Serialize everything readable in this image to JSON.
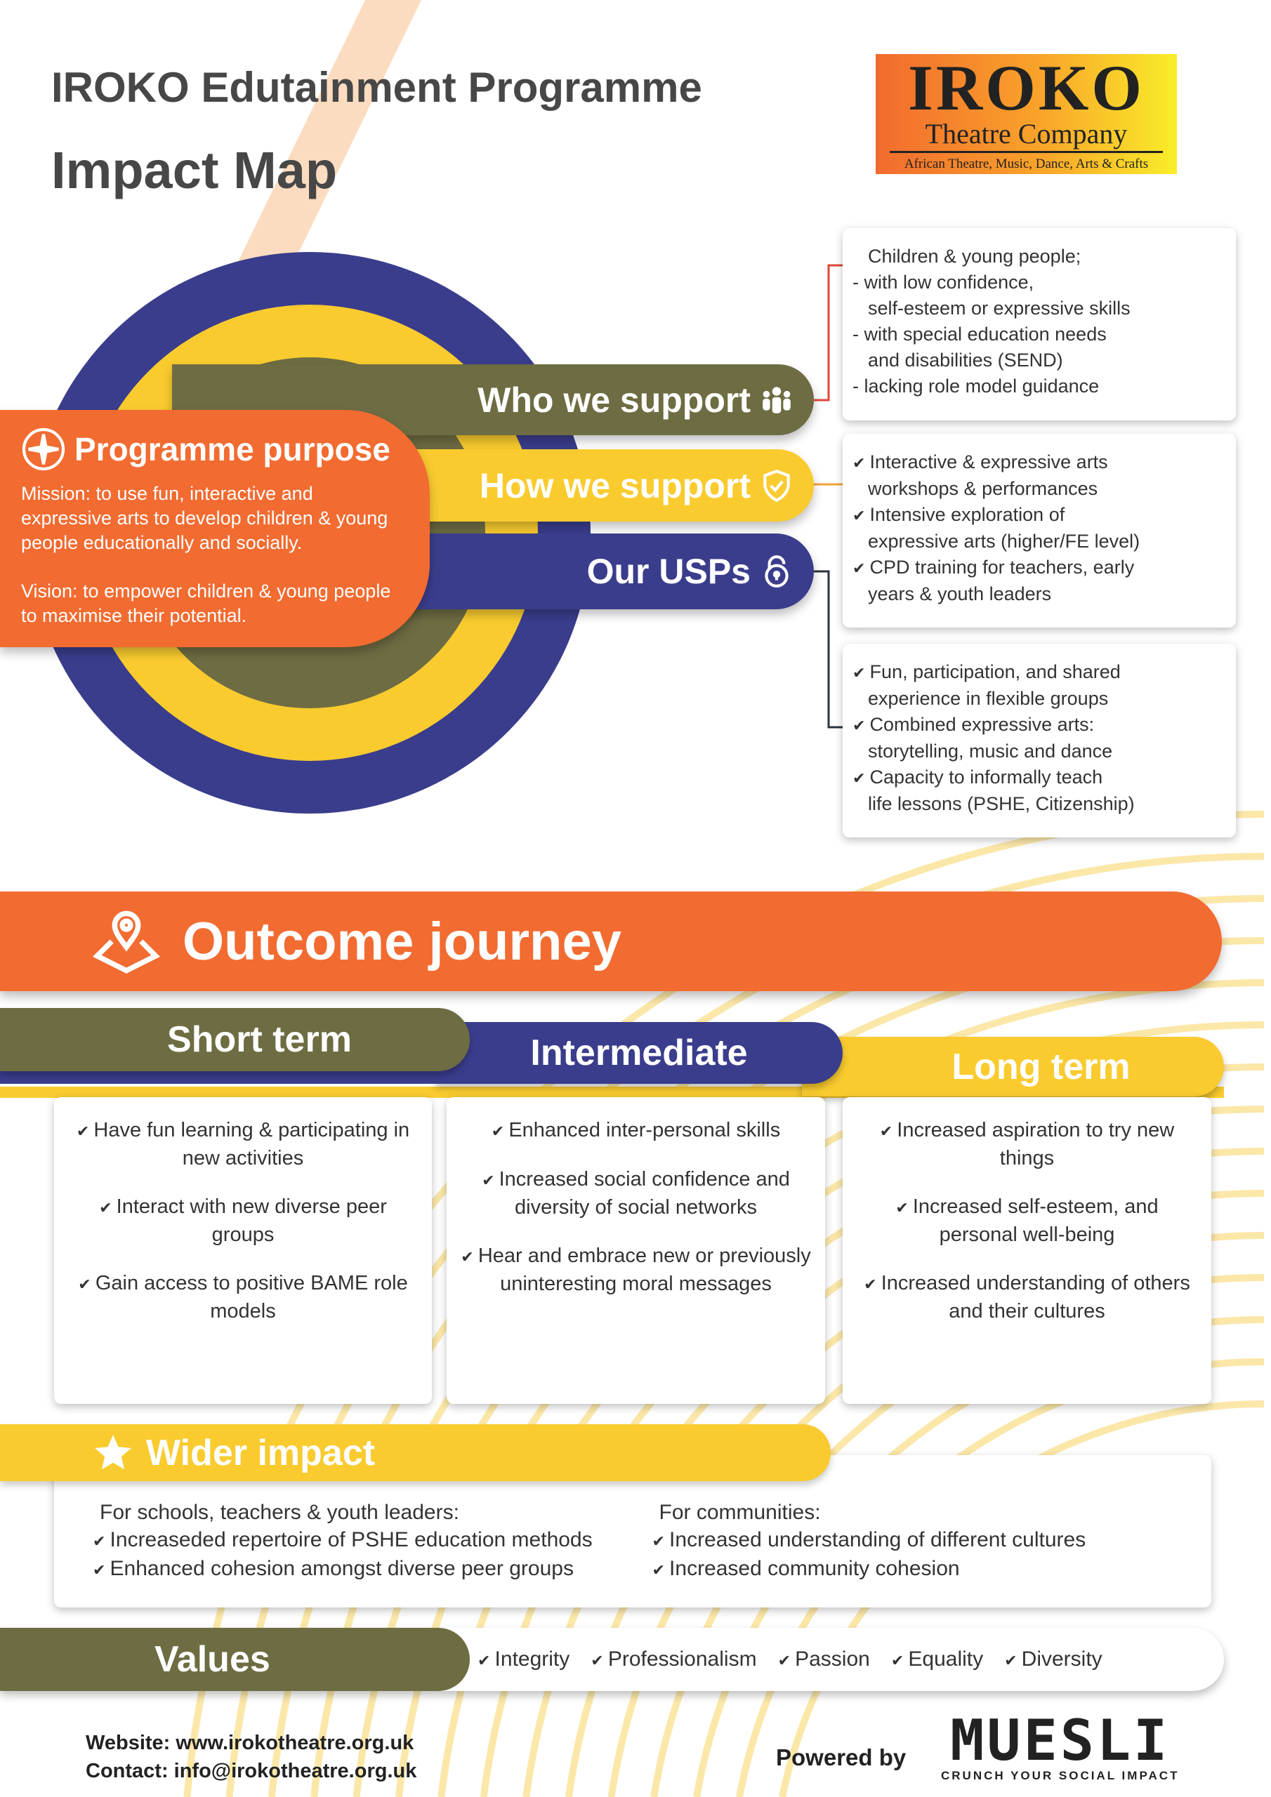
{
  "header": {
    "title_line1": "IROKO Edutainment Programme",
    "title_line2": "Impact Map"
  },
  "logo": {
    "name": "IROKO",
    "subtitle": "Theatre Company",
    "tagline": "African Theatre, Music, Dance, Arts & Crafts"
  },
  "purpose": {
    "title": "Programme purpose",
    "mission": "Mission: to use fun, interactive and expressive arts to develop children & young people educationally and socially.",
    "vision": "Vision: to empower children & young people to maximise their potential.",
    "icon": "compass-icon"
  },
  "pills": {
    "who": "Who we support",
    "how": "How we support",
    "usp": "Our USPs"
  },
  "who_box": {
    "lines": [
      "Children & young people;",
      "- with low confidence,",
      "self-esteem or expressive skills",
      "- with special education needs",
      "and disabilities (SEND)",
      "- lacking role model guidance"
    ]
  },
  "how_box": {
    "items": [
      "Interactive & expressive arts",
      "workshops & performances",
      "Intensive exploration of",
      "expressive arts (higher/FE level)",
      "CPD training for teachers, early",
      "years & youth leaders"
    ]
  },
  "usp_box": {
    "items": [
      "Fun, participation, and shared",
      "experience in flexible groups",
      "Combined expressive arts:",
      "storytelling, music and dance",
      "Capacity to informally teach",
      "life lessons (PSHE, Citizenship)"
    ]
  },
  "outcome": {
    "title": "Outcome journey"
  },
  "stages": [
    {
      "label": "Short term",
      "items": [
        "Have fun learning & participating in new activities",
        "Interact with new diverse peer groups",
        "Gain access to positive BAME role models"
      ]
    },
    {
      "label": "Intermediate",
      "items": [
        "Enhanced inter-personal skills",
        "Increased social confidence and diversity of social networks",
        "Hear and embrace new or previously uninteresting moral messages"
      ]
    },
    {
      "label": "Long term",
      "items": [
        "Increased aspiration to try new things",
        "Increased self-esteem, and personal well-being",
        "Increased understanding of others and their cultures"
      ]
    }
  ],
  "wider": {
    "title": "Wider impact",
    "schools": {
      "heading": "For schools, teachers & youth leaders:",
      "items": [
        "Increaseded repertoire of  PSHE education methods",
        "Enhanced cohesion amongst diverse peer groups"
      ]
    },
    "communities": {
      "heading": "For communities:",
      "items": [
        "Increased understanding of different cultures",
        "Increased community cohesion"
      ]
    }
  },
  "values": {
    "label": "Values",
    "items": [
      "Integrity",
      "Professionalism",
      "Passion",
      "Equality",
      "Diversity"
    ]
  },
  "footer": {
    "website": "Website: www.irokotheatre.org.uk",
    "contact": "Contact: info@irokotheatre.org.uk",
    "powered": "Powered by",
    "brand": "MUESLI",
    "brand_tag": "CRUNCH YOUR SOCIAL IMPACT"
  },
  "colors": {
    "orange": "#f26b31",
    "olive": "#6e6c42",
    "yellow": "#f9cb2f",
    "blue": "#3a3d8c"
  }
}
